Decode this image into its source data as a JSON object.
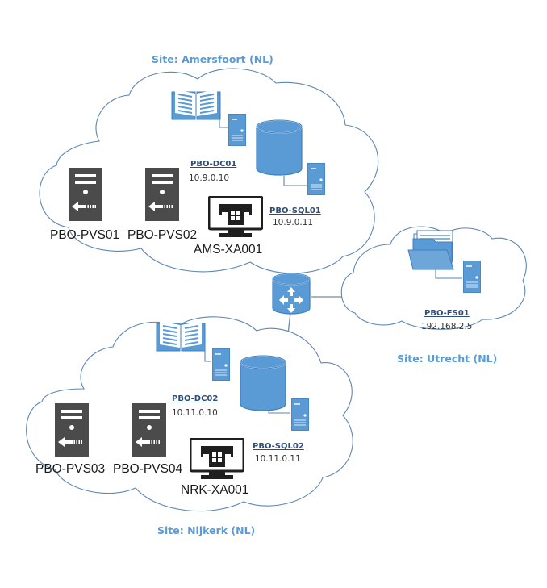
{
  "sites": {
    "amersfoort": {
      "title": "Site: Amersfoort (NL)",
      "dc": {
        "name": "PBO-DC01",
        "ip": "10.9.0.10"
      },
      "sql": {
        "name": "PBO-SQL01",
        "ip": "10.9.0.11"
      },
      "pvs_a": "PBO-PVS01",
      "pvs_b": "PBO-PVS02",
      "xa": "AMS-XA001"
    },
    "utrecht": {
      "title": "Site: Utrecht (NL)",
      "fs": {
        "name": "PBO-FS01",
        "ip": "192.168.2.5"
      }
    },
    "nijkerk": {
      "title": "Site: Nijkerk (NL)",
      "dc": {
        "name": "PBO-DC02",
        "ip": "10.11.0.10"
      },
      "sql": {
        "name": "PBO-SQL02",
        "ip": "10.11.0.11"
      },
      "pvs_a": "PBO-PVS03",
      "pvs_b": "PBO-PVS04",
      "xa": "NRK-XA001"
    }
  },
  "icons": {
    "directory": "book-icon",
    "server": "server-icon",
    "database": "database-icon",
    "pvs": "pvs-server-icon",
    "monitor": "windows-monitor-icon",
    "router": "router-icon",
    "folder": "folder-icon"
  },
  "colors": {
    "accent": "#5b9bd5",
    "cloud_outline": "#5b86b5",
    "dark_server": "#4a4a4a",
    "label_dark": "#2e4d77"
  }
}
